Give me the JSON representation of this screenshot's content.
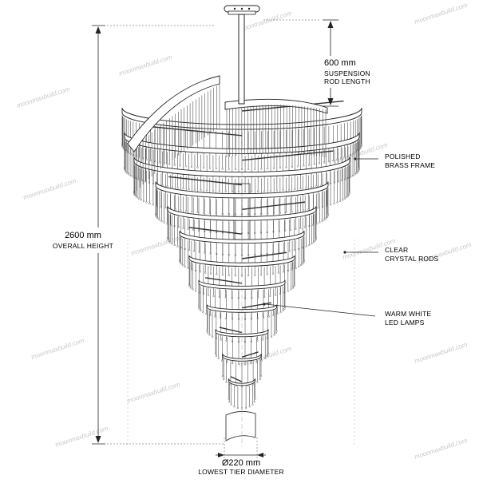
{
  "diagram": {
    "dimensions": {
      "rod": {
        "value": "600 mm",
        "caption": "SUSPENSION\nROD LENGTH"
      },
      "height": {
        "value": "2600 mm",
        "caption": "OVERALL HEIGHT"
      },
      "diameter": {
        "value": "Ø220 mm",
        "caption": "LOWEST TIER DIAMETER"
      }
    },
    "callouts": [
      {
        "id": "frame",
        "text": "POLISHED\nBRASS FRAME"
      },
      {
        "id": "rods",
        "text": "CLEAR\nCRYSTAL RODS"
      },
      {
        "id": "leds",
        "text": "WARM WHITE\nLED LAMPS"
      }
    ],
    "watermark": "moonmaxbuild.com",
    "tiers": [
      {
        "w": 1.0,
        "ring_height": 0.04,
        "rod_len": 0.09
      },
      {
        "w": 0.98,
        "ring_height": 0.04,
        "rod_len": 0.085
      },
      {
        "w": 0.9,
        "ring_height": 0.038,
        "rod_len": 0.085
      },
      {
        "w": 0.72,
        "ring_height": 0.035,
        "rod_len": 0.08
      },
      {
        "w": 0.62,
        "ring_height": 0.032,
        "rod_len": 0.08
      },
      {
        "w": 0.52,
        "ring_height": 0.03,
        "rod_len": 0.075
      },
      {
        "w": 0.44,
        "ring_height": 0.028,
        "rod_len": 0.075
      },
      {
        "w": 0.36,
        "ring_height": 0.026,
        "rod_len": 0.07
      },
      {
        "w": 0.29,
        "ring_height": 0.024,
        "rod_len": 0.07
      },
      {
        "w": 0.22,
        "ring_height": 0.022,
        "rod_len": 0.065
      },
      {
        "w": 0.16,
        "ring_height": 0.02,
        "rod_len": 0.06
      },
      {
        "w": 0.11,
        "ring_height": 0.018,
        "rod_len": 0.055
      }
    ]
  }
}
